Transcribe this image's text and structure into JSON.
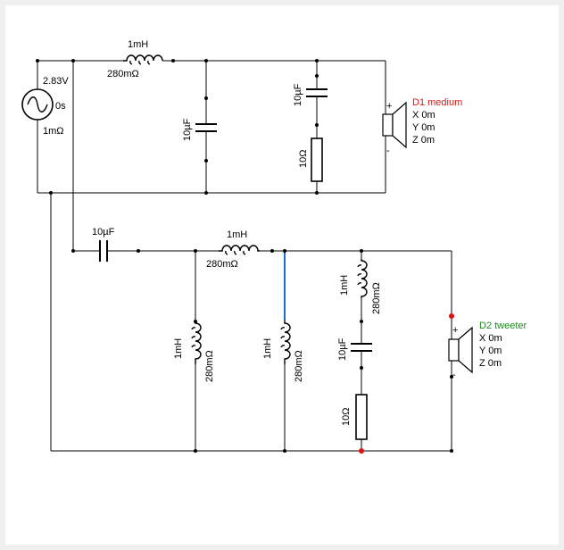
{
  "source": {
    "voltage": "2.83V",
    "delay": "0s",
    "resistance": "1mΩ"
  },
  "top_branch": {
    "series_inductor": {
      "value": "1mH",
      "resistance": "280mΩ"
    },
    "shunt_capacitor": {
      "value": "10µF"
    },
    "zobel_capacitor": {
      "value": "10µF"
    },
    "zobel_resistor": {
      "value": "10Ω"
    },
    "speaker": {
      "name": "D1 medium",
      "x": "X 0m",
      "y": "Y 0m",
      "z": "Z 0m",
      "plus": "+",
      "minus": "-"
    }
  },
  "bottom_branch": {
    "series_capacitor": {
      "value": "10µF"
    },
    "series_inductor": {
      "value": "1mH",
      "resistance": "280mΩ"
    },
    "shunt_inductor_1": {
      "value": "1mH",
      "resistance": "280mΩ"
    },
    "shunt_inductor_2": {
      "value": "1mH",
      "resistance": "280mΩ"
    },
    "zobel_inductor": {
      "value": "1mH",
      "resistance": "280mΩ"
    },
    "zobel_capacitor": {
      "value": "10µF"
    },
    "zobel_resistor": {
      "value": "10Ω"
    },
    "speaker": {
      "name": "D2 tweeter",
      "x": "X 0m",
      "y": "Y 0m",
      "z": "Z 0m",
      "plus": "+",
      "minus": "-"
    }
  },
  "colors": {
    "wire": "#000000",
    "selected_wire": "#1c6fd4",
    "marker": "#e01010",
    "d1_label": "#e01010",
    "d2_label": "#1d8a1d"
  }
}
